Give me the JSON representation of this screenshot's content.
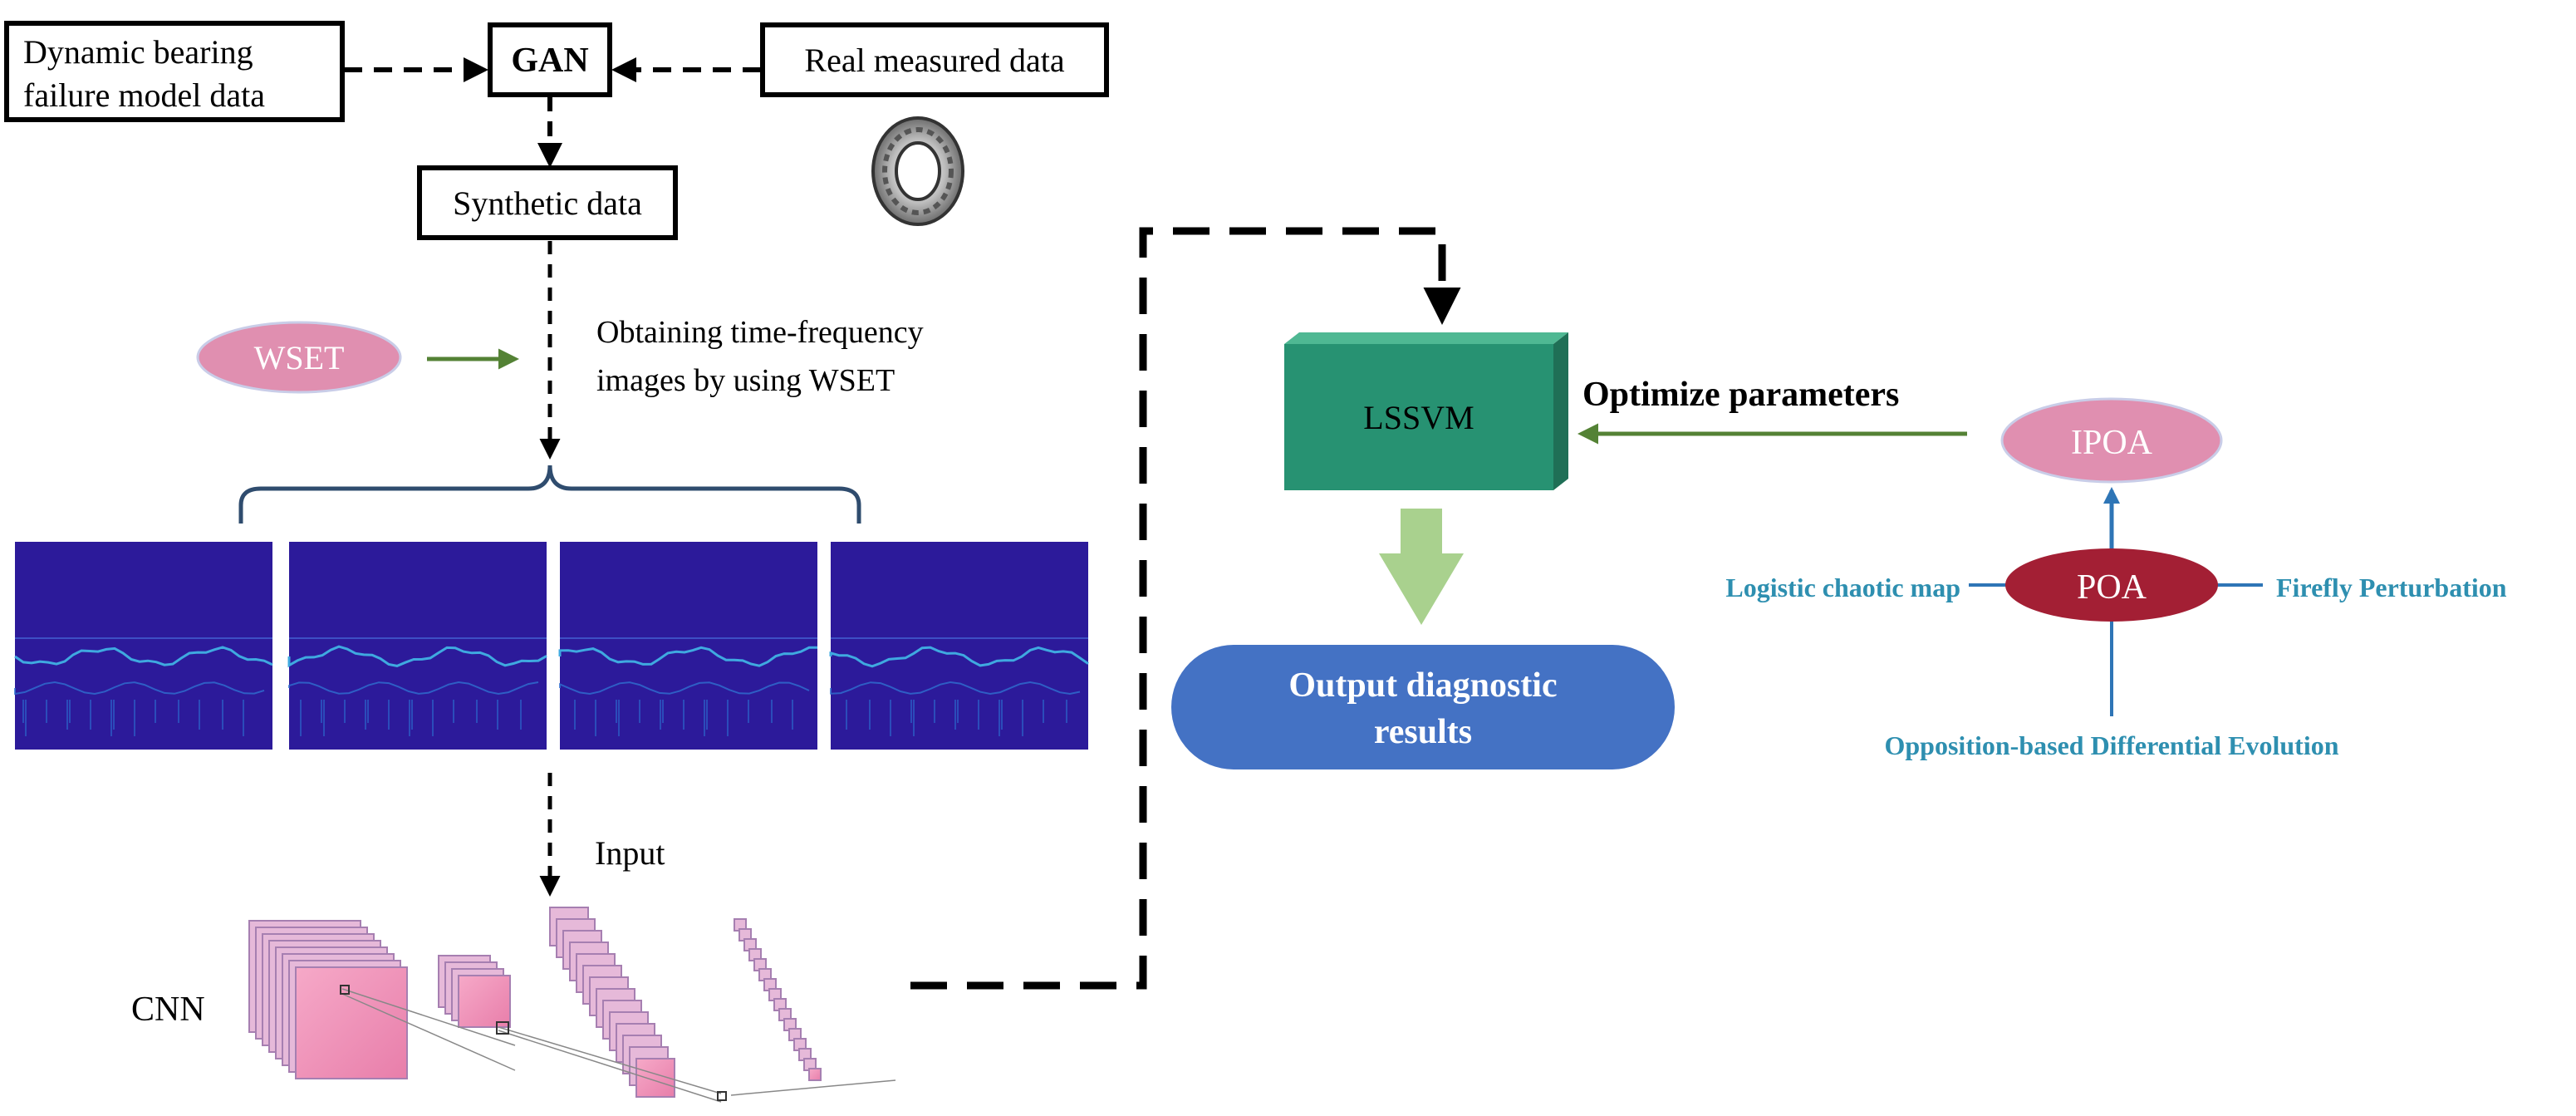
{
  "boxes": {
    "model_data_line1": "Dynamic bearing",
    "model_data_line2": "failure model data",
    "gan": "GAN",
    "real_data": "Real measured data",
    "synthetic": "Synthetic data"
  },
  "wset": {
    "label": "WSET",
    "desc_line1": "Obtaining time-frequency",
    "desc_line2": "images by using WSET"
  },
  "cnn": {
    "input_label": "Input",
    "label": "CNN"
  },
  "lssvm": {
    "label": "LSSVM",
    "optimize_label": "Optimize parameters"
  },
  "output": {
    "line1": "Output diagnostic",
    "line2": "results"
  },
  "optimizer": {
    "ipoa": "IPOA",
    "poa": "POA",
    "left_strategy": "Logistic chaotic map",
    "right_strategy": "Firefly Perturbation",
    "bottom_strategy": "Opposition-based Differential Evolution"
  },
  "colors": {
    "ellipse_pink": "#e08fb0",
    "poa_red": "#a31f34",
    "lssvm_green": "#279272",
    "output_blue": "#4472c4",
    "teal_text": "#2e8fb0",
    "arrow_green": "#548235",
    "spectrogram_bg": "#2c1a9a"
  }
}
